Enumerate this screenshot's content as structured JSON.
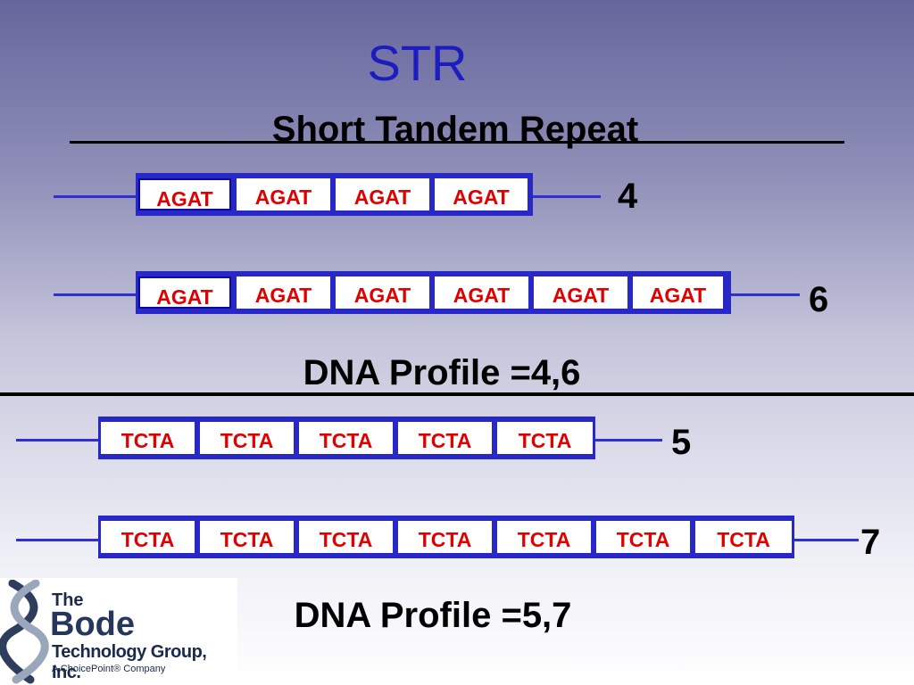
{
  "slide": {
    "title": "STR",
    "subtitle": "Short Tandem Repeat"
  },
  "sequences": [
    {
      "repeat": "AGAT",
      "count": 4,
      "count_label": "4"
    },
    {
      "repeat": "AGAT",
      "count": 6,
      "count_label": "6"
    },
    {
      "repeat": "TCTA",
      "count": 5,
      "count_label": "5"
    },
    {
      "repeat": "TCTA",
      "count": 7,
      "count_label": "7"
    }
  ],
  "profiles": {
    "first": "DNA Profile =4,6",
    "second": "DNA Profile =5,7"
  },
  "logo": {
    "the": "The",
    "bode": "Bode",
    "company": "Technology Group, Inc.",
    "tagline": "A ChoicePoint® Company"
  },
  "colors": {
    "title": "#1c1cc0",
    "repeat_text": "#e00000",
    "box_border": "#2828c8",
    "dna_strand": "#3030d0"
  }
}
